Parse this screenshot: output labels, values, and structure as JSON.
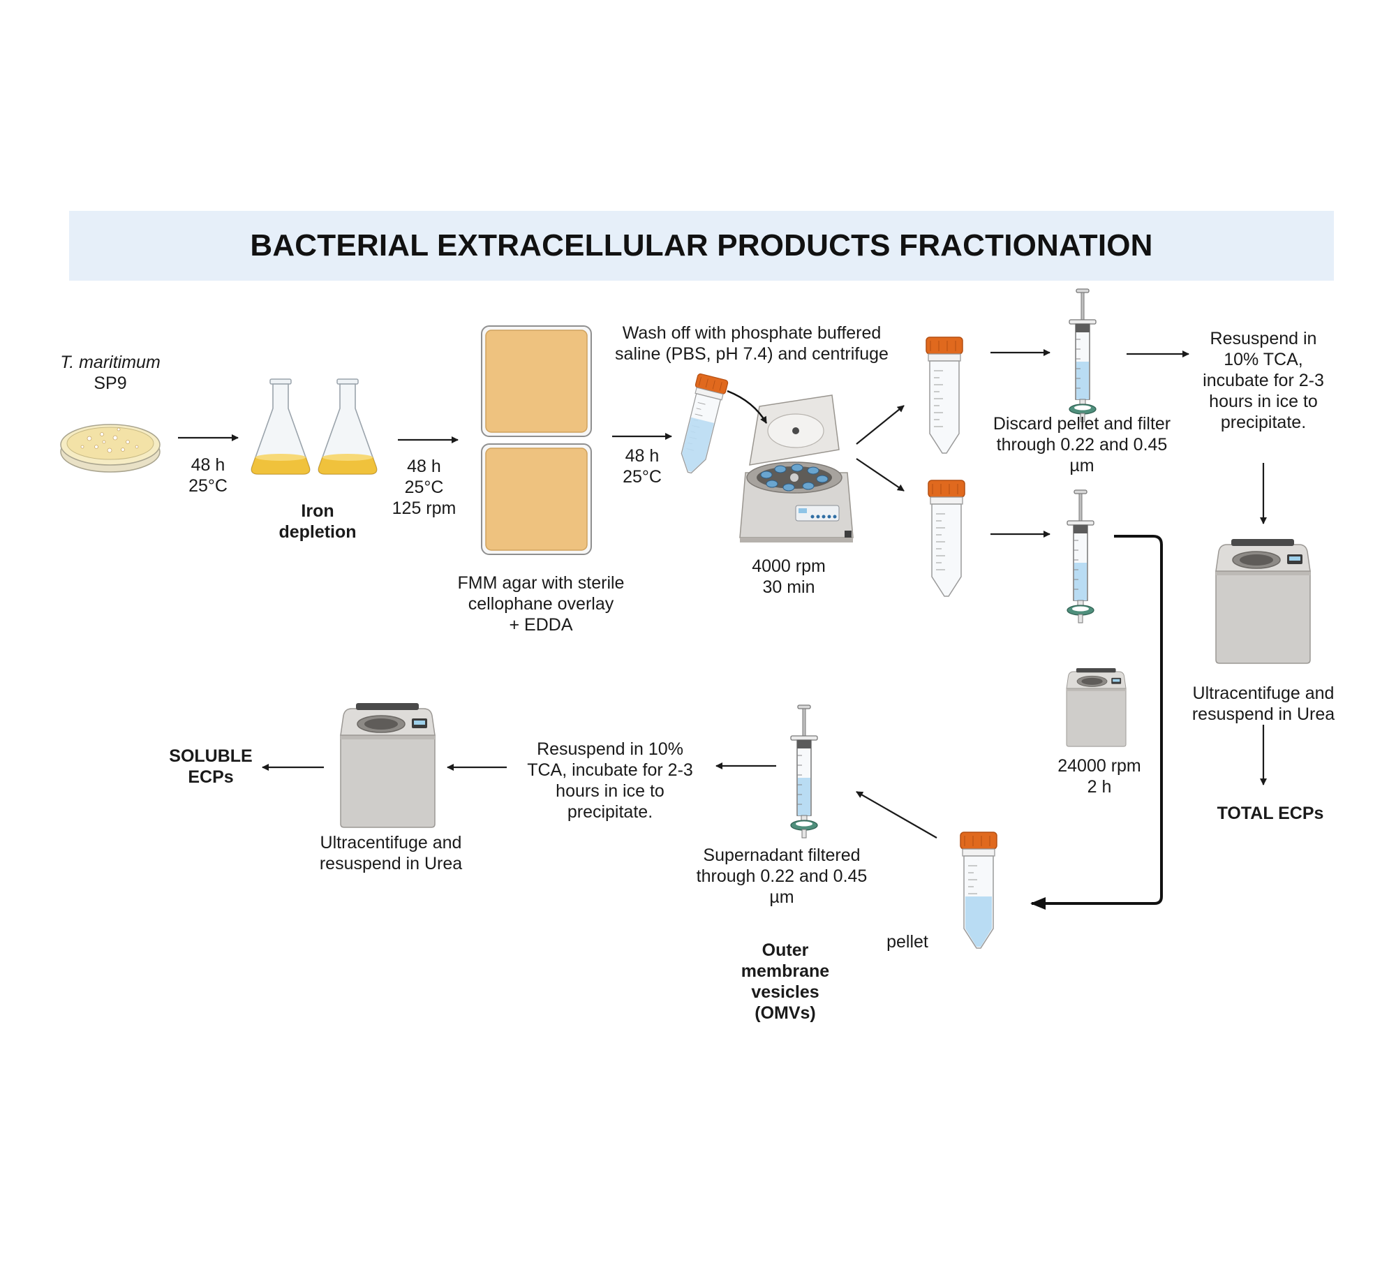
{
  "title": "BACTERIAL EXTRACELLULAR PRODUCTS FRACTIONATION",
  "colors": {
    "banner": "#e6eff9",
    "orange_cap": "#e0691e",
    "culture_yellow": "#f0c23c",
    "agar": "#eec27f",
    "liquid_blue": "#b9dcf3",
    "filter_green": "#4f8f7c",
    "instrument_gray": "#cfcdca"
  },
  "labels": {
    "organism_name": "T. maritimum",
    "organism_strain": "SP9",
    "step1": "48 h\n25°C",
    "iron": "Iron\ndepletion",
    "step2": "48 h\n25°C\n125 rpm",
    "agar": "FMM agar with sterile\ncellophane overlay\n+ EDDA",
    "step3": "48 h\n25°C",
    "wash": "Wash off with phosphate buffered\nsaline (PBS, pH 7.4) and centrifuge",
    "centrifuge_speed": "4000 rpm\n30 min",
    "discard": "Discard pellet and filter\nthrough 0.22 and 0.45\nµm",
    "tca_right": "Resuspend in\n10% TCA,\nincubate for 2-3\nhours in ice to\nprecipitate.",
    "ultra_right": "Ultracentifuge and\nresuspend in Urea",
    "total": "TOTAL ECPs",
    "ultra_speed": "24000 rpm\n2 h",
    "pellet": "pellet",
    "supernatant": "Supernadant  filtered\nthrough 0.22 and 0.45\nµm",
    "omv": "Outer\nmembrane\nvesicles\n (OMVs)",
    "tca_left": "Resuspend in 10%\nTCA, incubate for 2-3\nhours in ice to\nprecipitate.",
    "ultra_left": "Ultracentifuge and\nresuspend in Urea",
    "soluble": "SOLUBLE\nECPs"
  },
  "icons": [
    "petri-dish-icon",
    "erlenmeyer-flask-icon",
    "agar-plate-icon",
    "falcon-tube-icon",
    "benchtop-centrifuge-icon",
    "syringe-filter-icon",
    "ultracentrifuge-icon"
  ]
}
